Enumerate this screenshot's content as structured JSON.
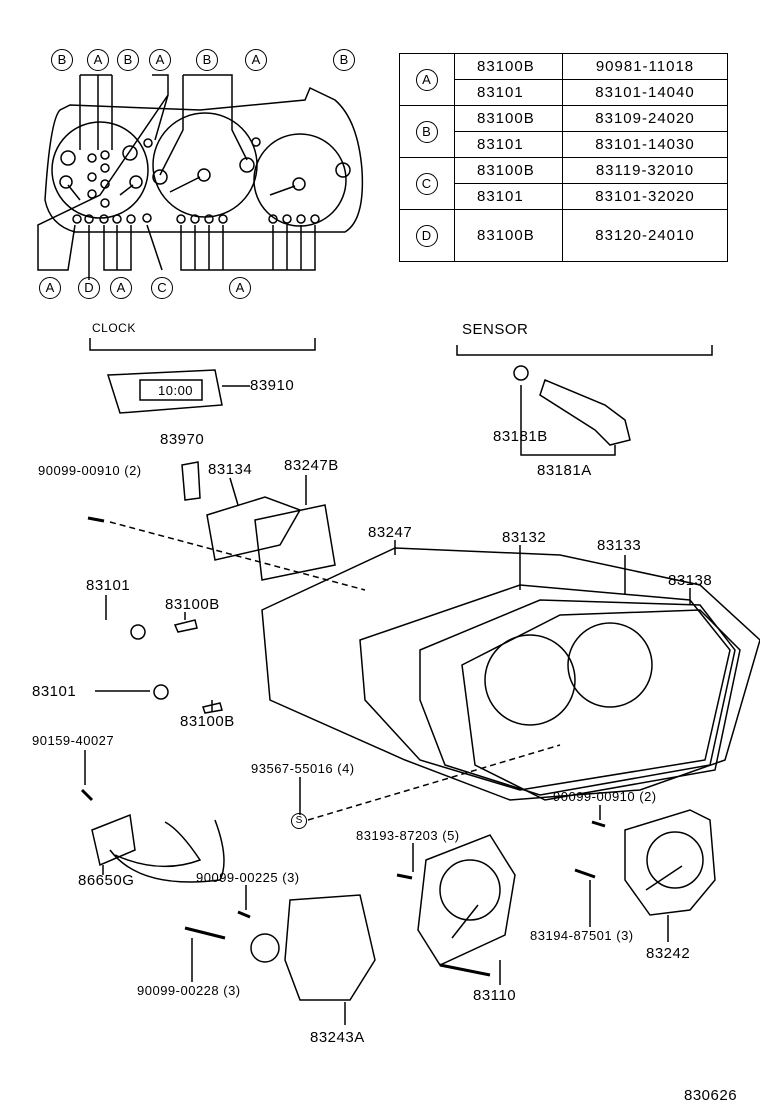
{
  "cluster_callouts": {
    "top": [
      "B",
      "A",
      "B",
      "A",
      "B",
      "A",
      "B"
    ],
    "bottom": [
      "A",
      "D",
      "A",
      "C",
      "A"
    ]
  },
  "legend_table": [
    {
      "key": "A",
      "rows": [
        [
          "83100B",
          "90981-11018"
        ],
        [
          "83101",
          "83101-14040"
        ]
      ]
    },
    {
      "key": "B",
      "rows": [
        [
          "83100B",
          "83109-24020"
        ],
        [
          "83101",
          "83101-14030"
        ]
      ]
    },
    {
      "key": "C",
      "rows": [
        [
          "83100B",
          "83119-32010"
        ],
        [
          "83101",
          "83101-32020"
        ]
      ]
    },
    {
      "key": "D",
      "rows": [
        [
          "83100B",
          "83120-24010"
        ]
      ]
    }
  ],
  "sections": {
    "clock": "CLOCK",
    "sensor": "SENSOR"
  },
  "clock_display": "10:00",
  "parts": {
    "p83910": "83910",
    "p83181B": "83181B",
    "p83181A": "83181A",
    "p83970": "83970",
    "screw_90099_00910_a": "90099-00910 (2)",
    "p83134": "83134",
    "p83247B": "83247B",
    "p83247": "83247",
    "p83132": "83132",
    "p83133": "83133",
    "p83138": "83138",
    "p83101_a": "83101",
    "p83100B_a": "83100B",
    "p83101_b": "83101",
    "p83100B_b": "83100B",
    "screw_90159_40027": "90159-40027",
    "screw_93567_55016": "93567-55016 (4)",
    "screw_90099_00910_b": "90099-00910 (2)",
    "screw_83193_87203": "83193-87203 (5)",
    "p86650G": "86650G",
    "screw_90099_00225": "90099-00225 (3)",
    "screw_83194_87501": "83194-87501 (3)",
    "p83242": "83242",
    "screw_90099_00228": "90099-00228 (3)",
    "p83110": "83110",
    "p83243A": "83243A"
  },
  "s_mark": "S",
  "diagram_id": "830626"
}
